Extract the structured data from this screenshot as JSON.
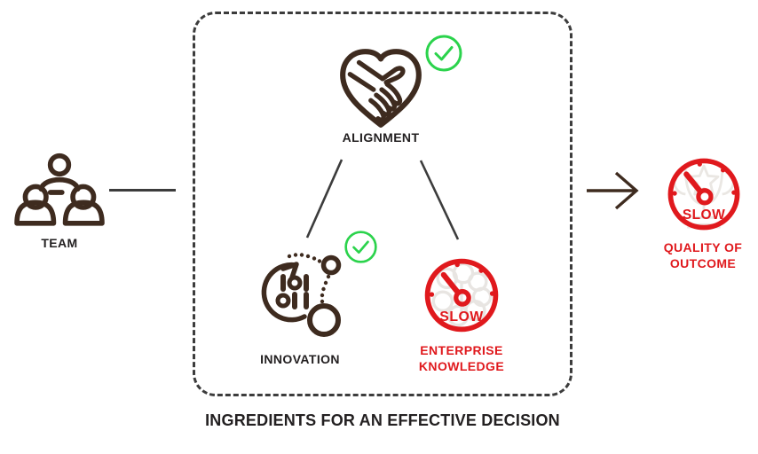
{
  "diagram": {
    "team": {
      "label": "TEAM"
    },
    "box": {
      "caption": "INGREDIENTS FOR AN EFFECTIVE DECISION",
      "alignment": {
        "label": "ALIGNMENT",
        "status": "check"
      },
      "innovation": {
        "label": "INNOVATION",
        "status": "check"
      },
      "enterprise_knowledge": {
        "label_line1": "ENTERPRISE",
        "label_line2": "KNOWLEDGE",
        "gauge_text": "SLOW",
        "status": "slow"
      }
    },
    "outcome": {
      "label_line1": "QUALITY OF",
      "label_line2": "OUTCOME",
      "gauge_text": "SLOW",
      "status": "slow"
    }
  },
  "icons": [
    "team-icon",
    "handshake-heart-icon",
    "check-circle-icon",
    "innovation-cycle-icon",
    "slow-gauge-brain-icon",
    "slow-gauge-trophy-icon",
    "right-arrow-icon"
  ],
  "colors": {
    "brown": "#3e2b1f",
    "red": "#e0191d",
    "green": "#2bd34c",
    "line_gray": "#3c3c3c",
    "text_dark": "#232021",
    "faint_gray": "#e8e5e2"
  }
}
